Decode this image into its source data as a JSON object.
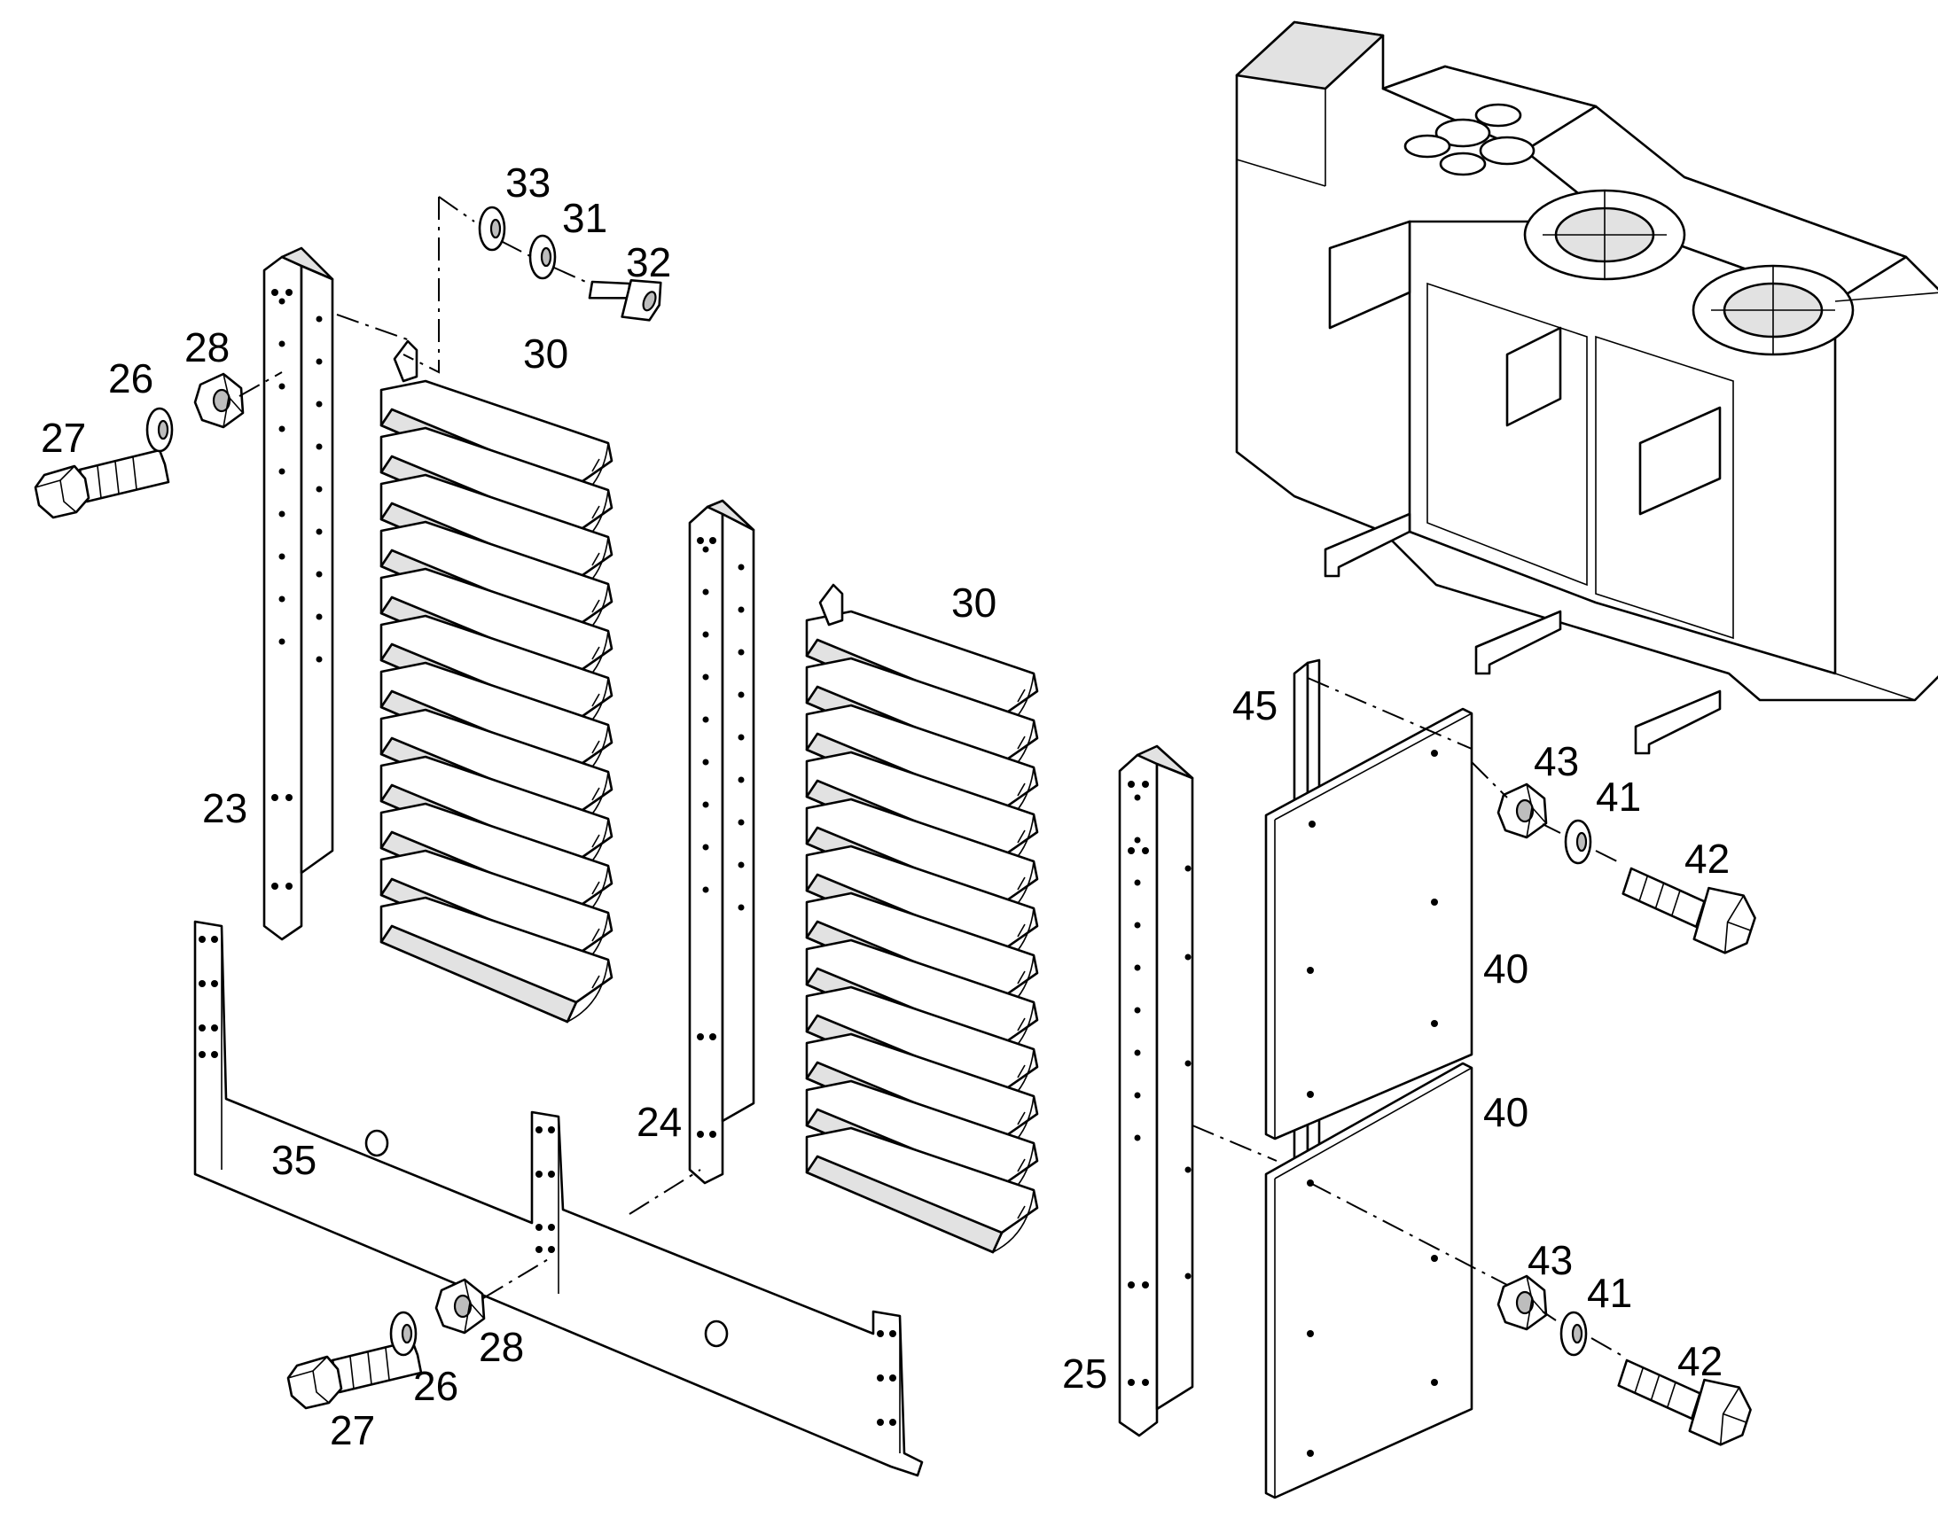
{
  "diagram": {
    "callouts": {
      "c23": "23",
      "c24": "24",
      "c25": "25",
      "c26a": "26",
      "c26b": "26",
      "c27a": "27",
      "c27b": "27",
      "c28a": "28",
      "c28b": "28",
      "c30a": "30",
      "c30b": "30",
      "c31": "31",
      "c32": "32",
      "c33": "33",
      "c35": "35",
      "c40a": "40",
      "c40b": "40",
      "c41a": "41",
      "c41b": "41",
      "c42a": "42",
      "c42b": "42",
      "c43a": "43",
      "c43b": "43",
      "c45": "45"
    }
  }
}
